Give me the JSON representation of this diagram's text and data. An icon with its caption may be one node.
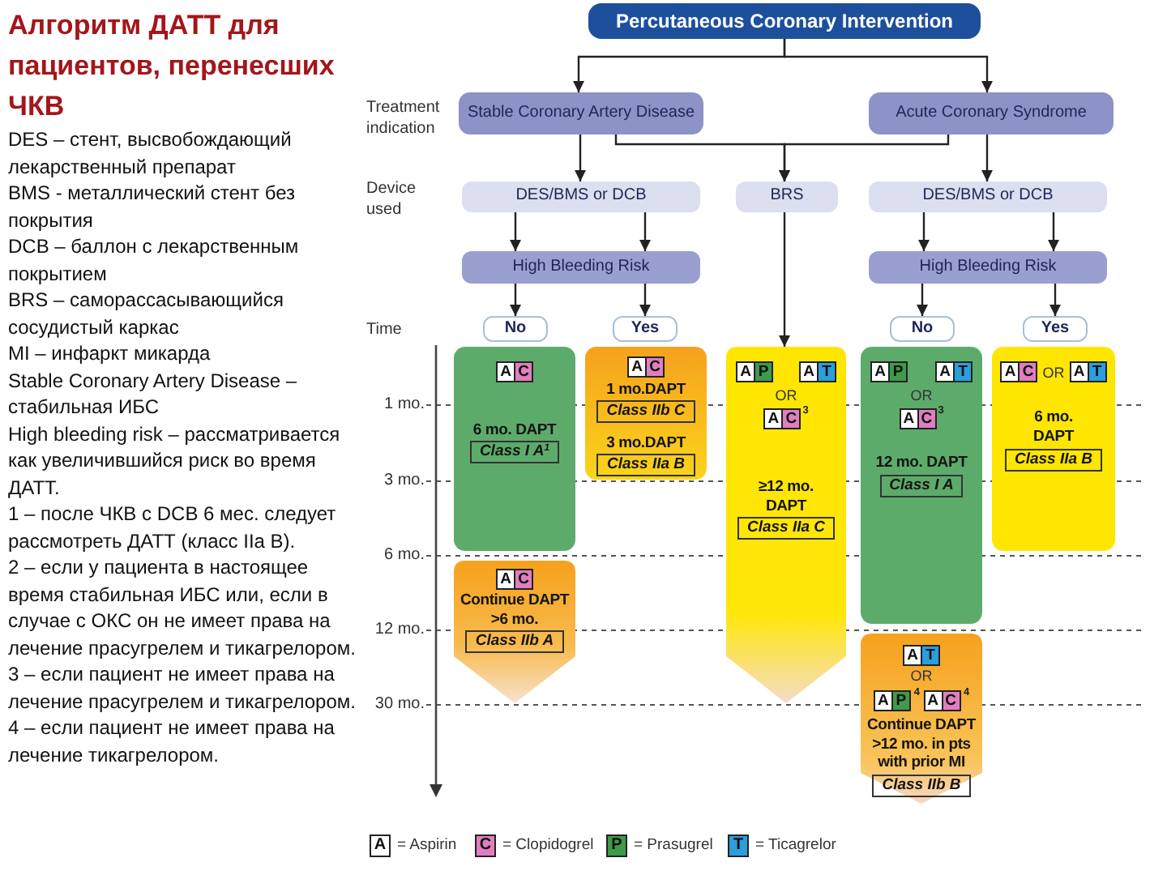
{
  "diagram": {
    "title": "Алгоритм ДАТТ для пациентов, перенесших ЧКВ",
    "nodes": [
      {
        "text": [
          "Percutaneous Coronary Intervention"
        ]
      },
      {
        "text": [
          "Stable Coronary Artery Disease"
        ]
      },
      {
        "text": [
          "Acute Coronary Syndrome"
        ]
      },
      {
        "text": [
          "DES/BMS or DCB"
        ]
      },
      {
        "text": [
          "BRS"
        ]
      },
      {
        "text": [
          "DES/BMS or DCB"
        ]
      },
      {
        "text": [
          "High Bleeding Risk"
        ]
      },
      {
        "text": [
          "High Bleeding Risk"
        ]
      },
      {
        "text": [
          "No"
        ]
      },
      {
        "text": [
          "Yes"
        ]
      },
      {
        "text": [
          "No"
        ]
      },
      {
        "text": [
          "Yes"
        ]
      },
      {
        "text": [
          "A",
          "C",
          "6 mo. DAPT",
          "Class I A$^{1}$"
        ]
      },
      {
        "text": [
          "A",
          "C",
          "1 mo.DAPT",
          "Class IIb C",
          "3 mo.DAPT",
          "Class IIa B"
        ]
      },
      {
        "text": [
          "A",
          "C",
          "Continue DAPT >6 mo.",
          "Class IIb A"
        ]
      },
      {
        "text": [
          "A",
          "P",
          "A",
          "T",
          "OR",
          "A",
          "C",
          "3",
          "≥12 mo. DAPT",
          "Class IIa C"
        ]
      },
      {
        "text": [
          "A",
          "P",
          "A",
          "T",
          "OR",
          "A",
          "C",
          "3",
          "12 mo. DAPT",
          "Class I A"
        ]
      },
      {
        "text": [
          "A",
          "C",
          "OR",
          "A",
          "T",
          "6 mo. DAPT",
          "Class IIa B"
        ]
      },
      {
        "text": [
          "A",
          "T",
          "OR",
          "A",
          "P",
          "4",
          "A",
          "C",
          "4",
          "Continue DAPT >12 mo. in pts with prior MI",
          "Class IIb B"
        ]
      }
    ],
    "edges": [
      {
        "from": 0,
        "to": 1,
        "arrow": "to"
      },
      {
        "from": 0,
        "to": 2,
        "arrow": "to"
      },
      {
        "from": 1,
        "to": 3,
        "arrow": "to"
      },
      {
        "from": 2,
        "to": 5,
        "arrow": "to"
      },
      {
        "from": 1,
        "to": 4,
        "arrow": "to"
      },
      {
        "from": 2,
        "to": 4,
        "arrow": "to"
      },
      {
        "from": 3,
        "to": 6,
        "arrow": "to"
      },
      {
        "from": 3,
        "to": 6,
        "arrow": "to"
      },
      {
        "from": 5,
        "to": 7,
        "arrow": "to"
      },
      {
        "from": 5,
        "to": 7,
        "arrow": "to"
      },
      {
        "from": 6,
        "to": 8,
        "arrow": "to"
      },
      {
        "from": 6,
        "to": 9,
        "arrow": "to"
      },
      {
        "from": 7,
        "to": 10,
        "arrow": "to"
      },
      {
        "from": 7,
        "to": 11,
        "arrow": "to"
      },
      {
        "from": 4,
        "to": 15,
        "arrow": "to"
      }
    ],
    "labels": [
      "DES – стент, высвобождающий лекарственный препарат",
      "BMS - металлический стент без покрытия",
      "DCB – баллон с лекарственным покрытием",
      "BRS – саморассасывающийся сосудистый каркас",
      "MI – инфаркт микарда",
      "Stable Coronary Artery Disease – стабильная ИБС",
      "High bleeding risk – рассматривается как увеличившийся риск во время ДАТТ.",
      "1 – после ЧКВ с DCB 6 мес. следует рассмотреть ДАТТ (класс IIa B).",
      "2 – если у пациента в настоящее время стабильная ИБС или, если в случае с ОКС он не имеет права на лечение прасугрелем и тикагрелором.",
      "3 – если пациент не имеет права на лечение прасугрелем и тикагрелором.",
      "4 – если пациент не имеет права на лечение тикагрелором.",
      "Treatment indication",
      "Device used",
      "Time",
      "1 mo.",
      "3 mo.",
      "6 mo.",
      "12 mo.",
      "30 mo.",
      "A",
      "C",
      "P",
      "T"
    ],
    "legend": [
      {
        "text": "= Aspirin",
        "color": "#ffffff"
      },
      {
        "text": "= Clopidogrel",
        "color": "#e07ec0"
      },
      {
        "text": "= Prasugrel",
        "color": "#3d9b4a"
      },
      {
        "text": "= Ticagrelor",
        "color": "#2a9fdc"
      }
    ]
  }
}
